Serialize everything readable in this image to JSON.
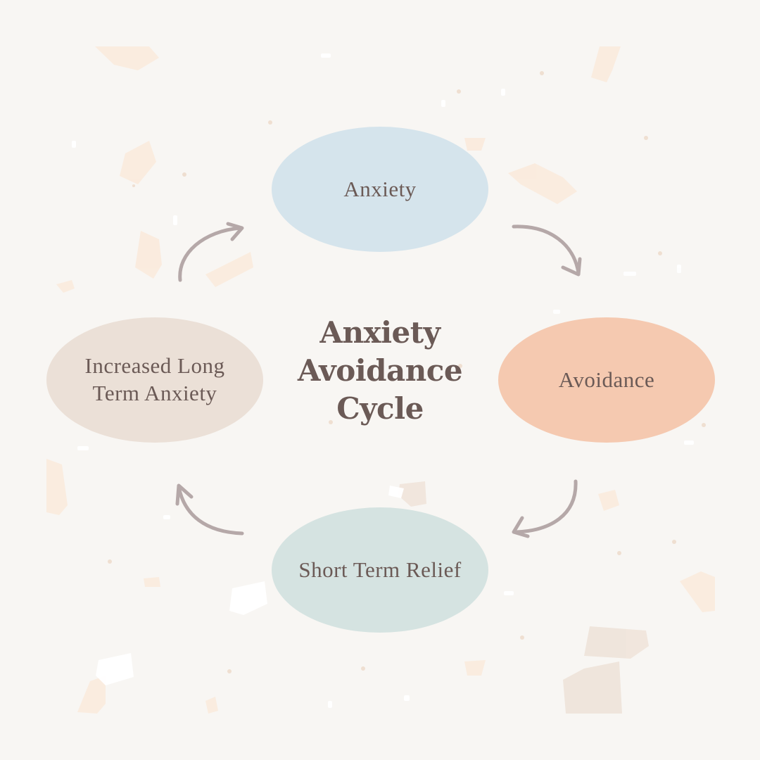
{
  "diagram": {
    "title_lines": [
      "Anxiety",
      "Avoidance",
      "Cycle"
    ],
    "nodes": [
      {
        "id": "anxiety",
        "label": "Anxiety",
        "color": "#d5e4ec"
      },
      {
        "id": "avoidance",
        "label": "Avoidance",
        "color": "#f5c9b0"
      },
      {
        "id": "relief",
        "label": "Short Term Relief",
        "color": "#d5e3e1"
      },
      {
        "id": "increased",
        "label": "Increased Long\nTerm Anxiety",
        "color": "#ebe0d7"
      }
    ],
    "arrow_color": "#b5a8a8",
    "background_color": "#f8f6f3"
  }
}
